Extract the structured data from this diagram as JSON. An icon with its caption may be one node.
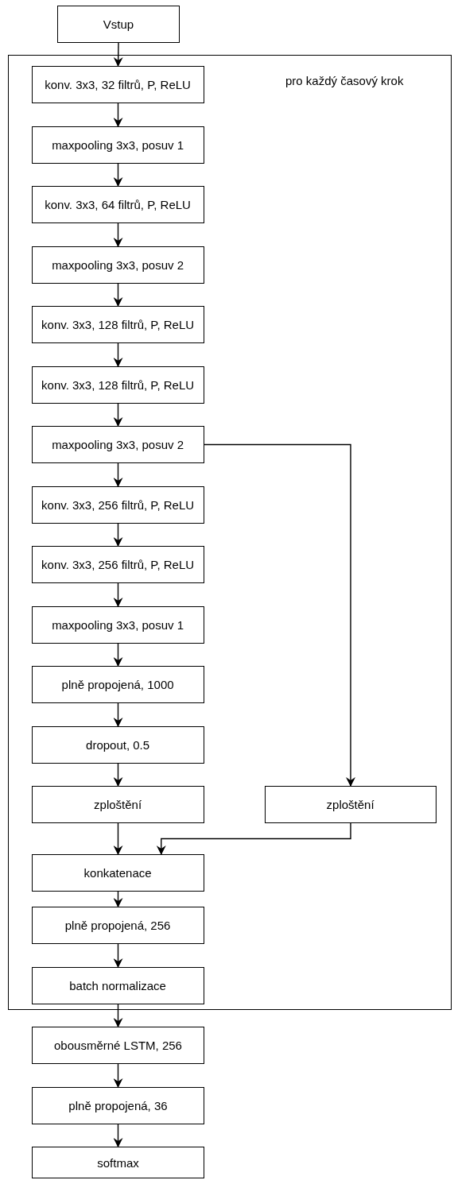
{
  "diagram": {
    "nodes": [
      {
        "text": [
          "Vstup"
        ]
      },
      {
        "text": [
          "pro každý časový krok"
        ]
      },
      {
        "text": [
          "konv. 3x3, 32 filtrů, P, ReLU"
        ],
        "in": 1
      },
      {
        "text": [
          "maxpooling 3x3, posuv 1"
        ],
        "in": 1
      },
      {
        "text": [
          "konv. 3x3, 64 filtrů, P, ReLU"
        ],
        "in": 1
      },
      {
        "text": [
          "maxpooling 3x3, posuv 2"
        ],
        "in": 1
      },
      {
        "text": [
          "konv. 3x3, 128 filtrů, P, ReLU"
        ],
        "in": 1
      },
      {
        "text": [
          "konv. 3x3, 128 filtrů, P, ReLU"
        ],
        "in": 1
      },
      {
        "text": [
          "maxpooling 3x3, posuv 2"
        ],
        "in": 1
      },
      {
        "text": [
          "konv. 3x3, 256 filtrů, P, ReLU"
        ],
        "in": 1
      },
      {
        "text": [
          "konv. 3x3, 256 filtrů, P, ReLU"
        ],
        "in": 1
      },
      {
        "text": [
          "maxpooling 3x3, posuv 1"
        ],
        "in": 1
      },
      {
        "text": [
          "plně propojená, 1000"
        ],
        "in": 1
      },
      {
        "text": [
          "dropout, 0.5"
        ],
        "in": 1
      },
      {
        "text": [
          "zploštění"
        ],
        "in": 1
      },
      {
        "text": [
          "zploštění"
        ],
        "in": 1
      },
      {
        "text": [
          "konkatenace"
        ],
        "in": 1
      },
      {
        "text": [
          "plně propojená, 256"
        ],
        "in": 1
      },
      {
        "text": [
          "batch normalizace"
        ],
        "in": 1
      },
      {
        "text": [
          "obousměrné LSTM, 256"
        ]
      },
      {
        "text": [
          "plně propojená, 36"
        ]
      },
      {
        "text": [
          "softmax"
        ]
      }
    ],
    "edges": [
      {
        "from": 0,
        "to": 2,
        "arrow": "to"
      },
      {
        "from": 2,
        "to": 3,
        "arrow": "to"
      },
      {
        "from": 3,
        "to": 4,
        "arrow": "to"
      },
      {
        "from": 4,
        "to": 5,
        "arrow": "to"
      },
      {
        "from": 5,
        "to": 6,
        "arrow": "to"
      },
      {
        "from": 6,
        "to": 7,
        "arrow": "to"
      },
      {
        "from": 7,
        "to": 8,
        "arrow": "to"
      },
      {
        "from": 8,
        "to": 9,
        "arrow": "to"
      },
      {
        "from": 9,
        "to": 10,
        "arrow": "to"
      },
      {
        "from": 10,
        "to": 11,
        "arrow": "to"
      },
      {
        "from": 11,
        "to": 12,
        "arrow": "to"
      },
      {
        "from": 12,
        "to": 13,
        "arrow": "to"
      },
      {
        "from": 13,
        "to": 14,
        "arrow": "to"
      },
      {
        "from": 8,
        "to": 15,
        "arrow": "to"
      },
      {
        "from": 14,
        "to": 16,
        "arrow": "to"
      },
      {
        "from": 15,
        "to": 16,
        "arrow": "to"
      },
      {
        "from": 16,
        "to": 17,
        "arrow": "to"
      },
      {
        "from": 17,
        "to": 18,
        "arrow": "to"
      },
      {
        "from": 18,
        "to": 19,
        "arrow": "to"
      },
      {
        "from": 19,
        "to": 20,
        "arrow": "to"
      },
      {
        "from": 20,
        "to": 21,
        "arrow": "to"
      }
    ]
  }
}
